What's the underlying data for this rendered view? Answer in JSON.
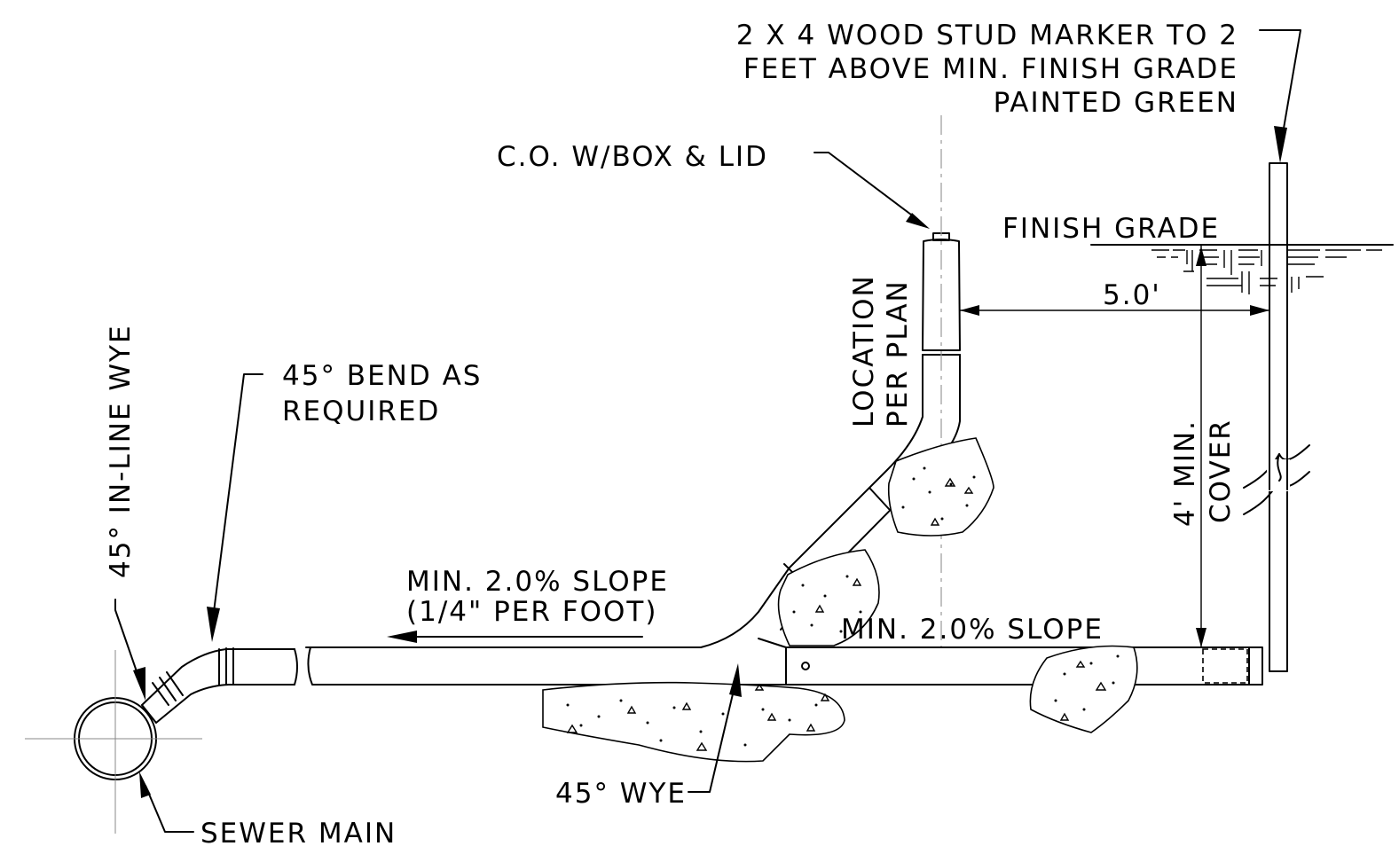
{
  "labels": {
    "stud_marker_line1": "2 X 4 WOOD STUD MARKER TO 2",
    "stud_marker_line2": "FEET ABOVE MIN. FINISH GRADE",
    "stud_marker_line3": "PAINTED GREEN",
    "cleanout": "C.O. W/BOX & LID",
    "finish_grade": "FINISH GRADE",
    "offset": "5.0'",
    "location_line1": "LOCATION",
    "location_line2": "PER PLAN",
    "cover_line1": "4' MIN.",
    "cover_line2": "COVER",
    "bend_line1": "45° BEND AS",
    "bend_line2": "REQUIRED",
    "inline_wye": "45° IN-LINE WYE",
    "slope_main_line1": "MIN. 2.0% SLOPE",
    "slope_main_line2": "(1/4\" PER FOOT)",
    "slope_right": "MIN. 2.0% SLOPE",
    "wye": "45° WYE",
    "sewer_main": "SEWER MAIN"
  }
}
